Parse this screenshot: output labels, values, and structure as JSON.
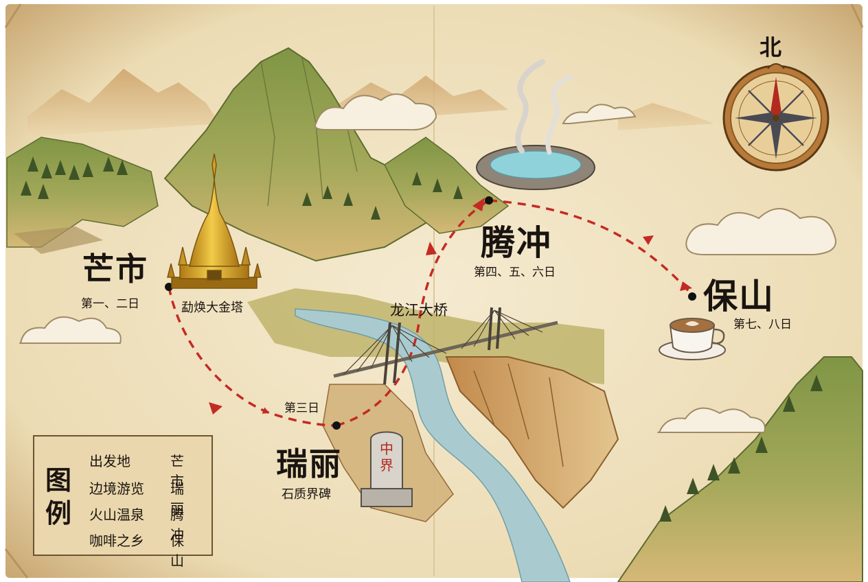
{
  "north": "北",
  "cities": [
    {
      "id": "mangshi",
      "name": "芒市",
      "days": "第一、二日"
    },
    {
      "id": "ruili",
      "name": "瑞丽",
      "days": "第三日"
    },
    {
      "id": "tengchong",
      "name": "腾冲",
      "days": "第四、五、六日"
    },
    {
      "id": "baoshan",
      "name": "保山",
      "days": "第七、八日"
    }
  ],
  "landmarks": {
    "pagoda": "勐焕大金塔",
    "bridge": "龙江大桥",
    "stele": "石质界碑",
    "stele_inscription": "中界"
  },
  "legend": {
    "title": "图例",
    "rows": [
      {
        "label": "出发地",
        "value": "芒市",
        "icon": "pagoda-icon"
      },
      {
        "label": "边境游览",
        "value": "瑞丽"
      },
      {
        "label": "火山温泉",
        "value": "腾冲"
      },
      {
        "label": "咖啡之乡",
        "value": "保山"
      }
    ]
  },
  "colors": {
    "parchment": "#f1e3c2",
    "route": "#c42a24",
    "mountain": "#8aa04a",
    "river": "#a9cbd0",
    "gold": "#d6a92c"
  }
}
